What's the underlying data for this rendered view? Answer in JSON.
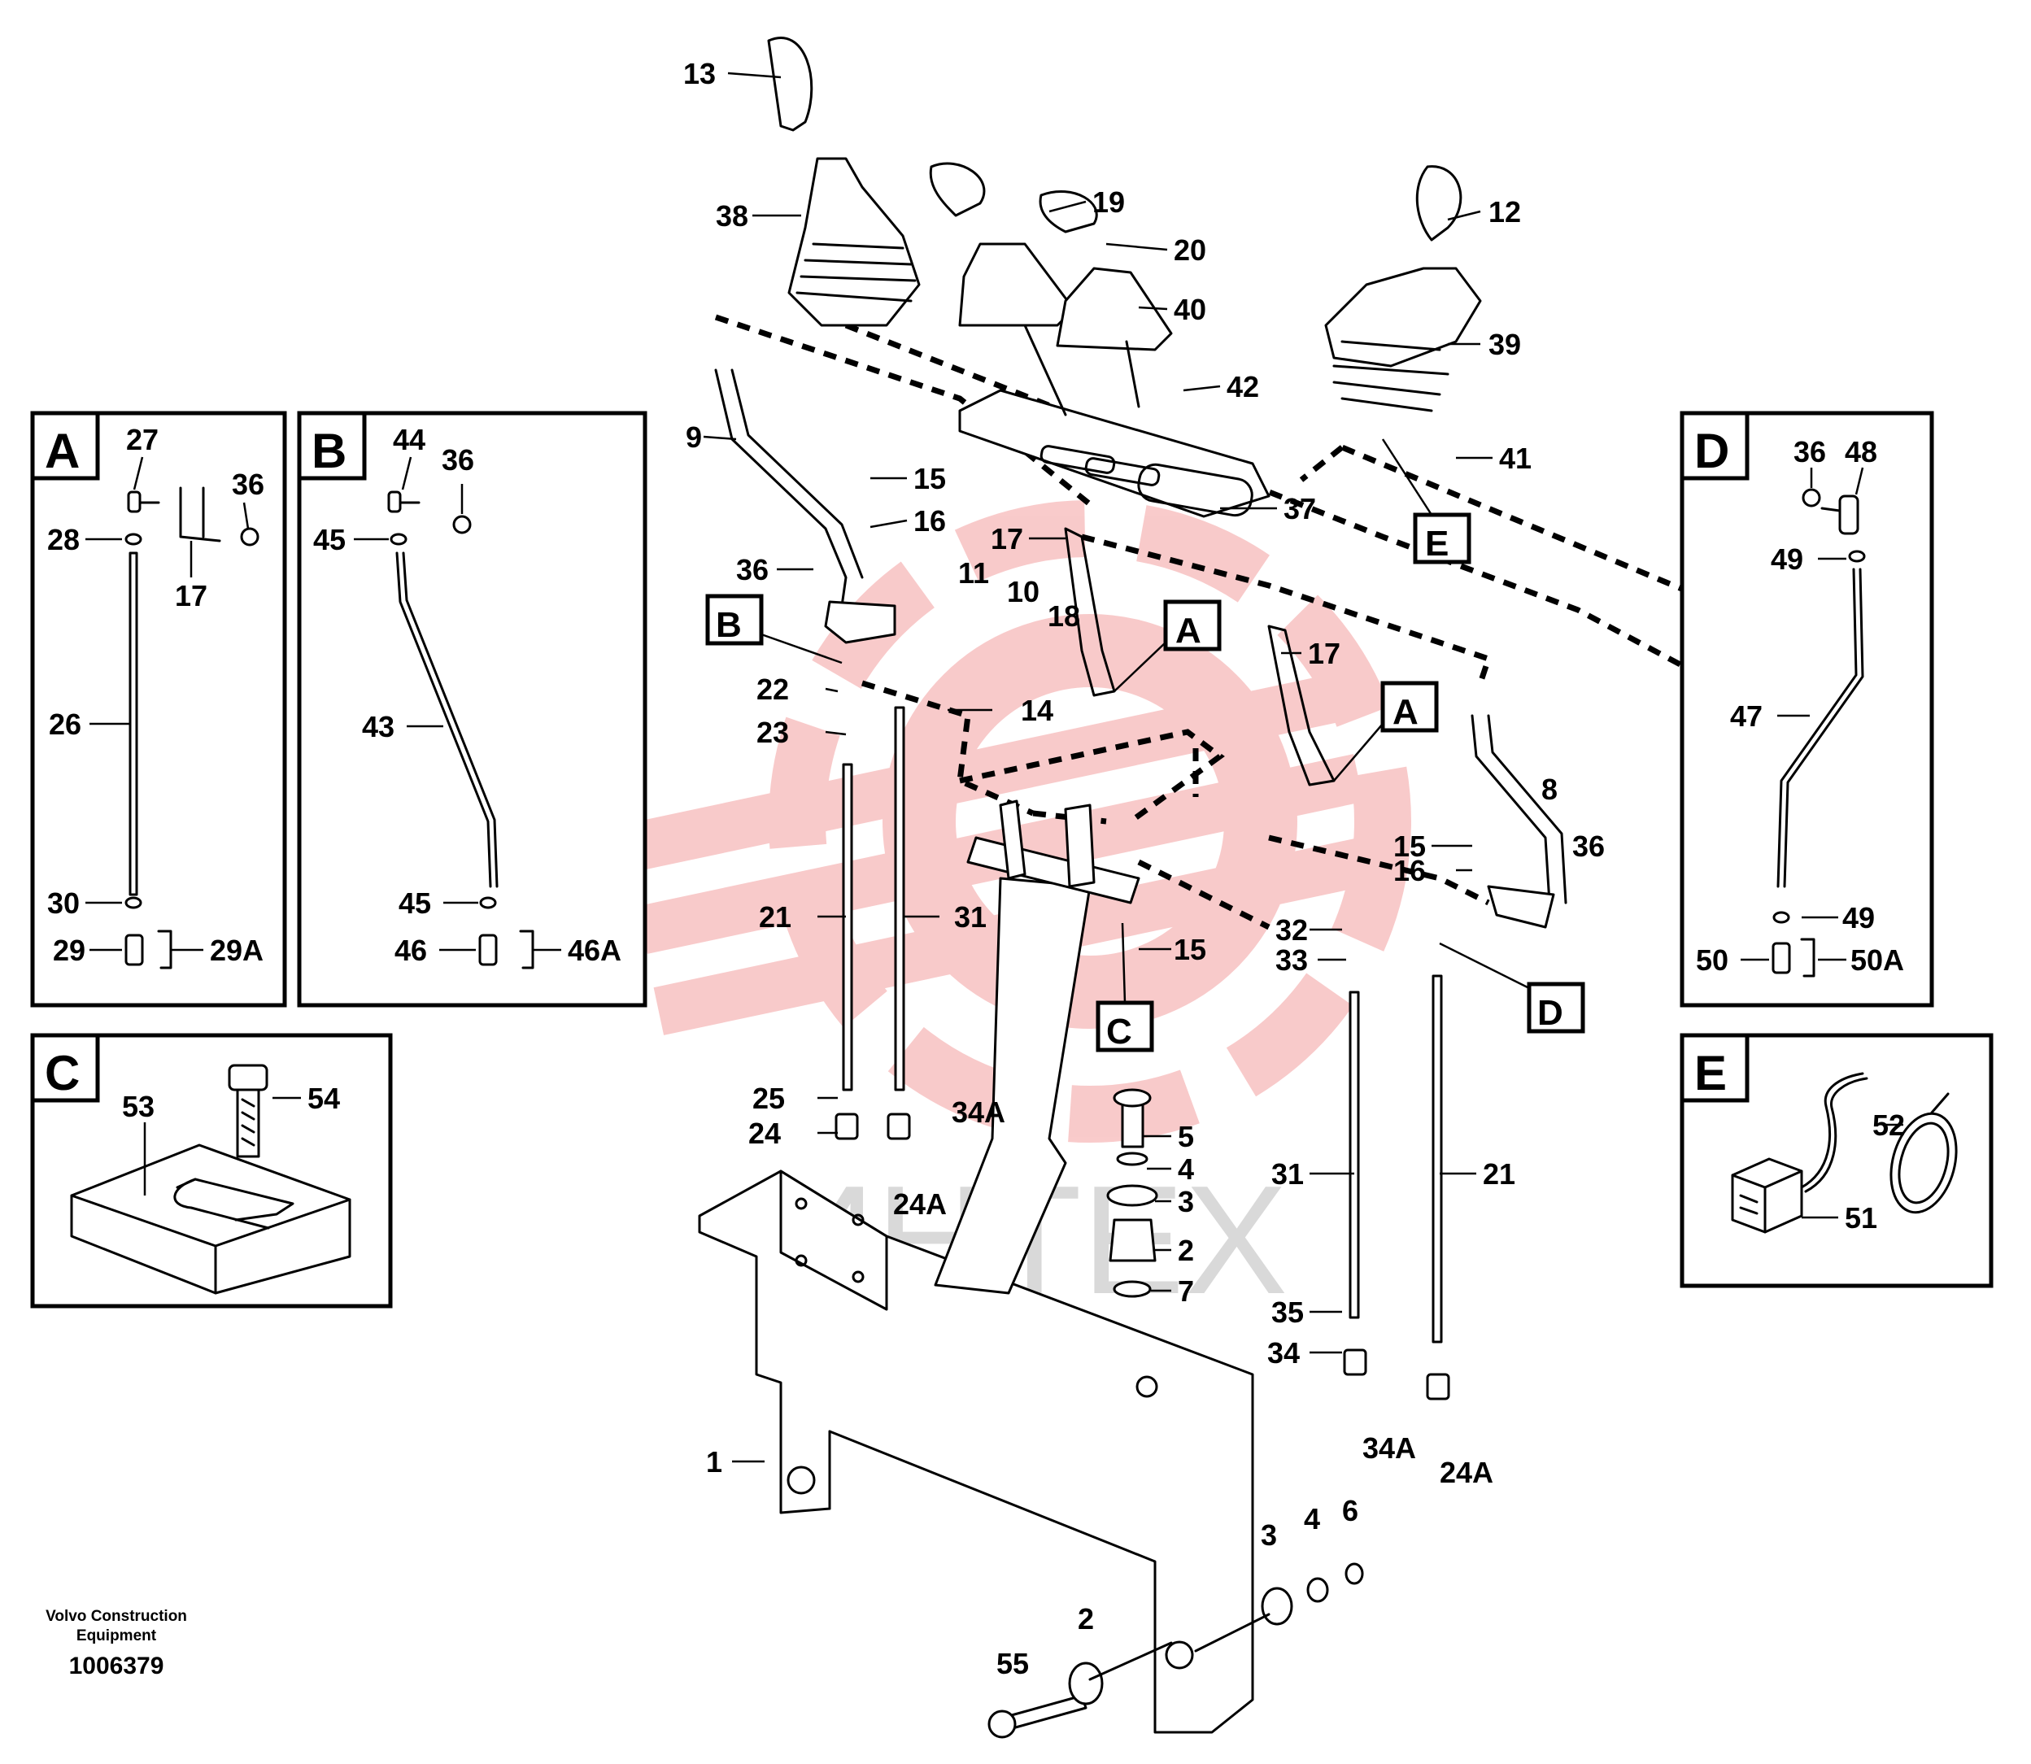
{
  "figure": {
    "credit_line1": "Volvo Construction",
    "credit_line2": "Equipment",
    "document_number": "1006379",
    "watermark": "ИНТЕХ",
    "watermark_color": "#f4a0a0",
    "line_color": "#000000"
  },
  "detail_views": {
    "A": {
      "letter": "A",
      "labels": [
        "27",
        "36",
        "28",
        "17",
        "26",
        "30",
        "29",
        "29A"
      ]
    },
    "B": {
      "letter": "B",
      "labels": [
        "44",
        "36",
        "45",
        "43",
        "45",
        "46",
        "46A"
      ]
    },
    "C": {
      "letter": "C",
      "labels": [
        "53",
        "54"
      ]
    },
    "D": {
      "letter": "D",
      "labels": [
        "36",
        "48",
        "49",
        "47",
        "49",
        "50",
        "50A"
      ]
    },
    "E": {
      "letter": "E",
      "labels": [
        "52",
        "51"
      ]
    }
  },
  "callout_tags": [
    "B",
    "A",
    "A",
    "C",
    "D",
    "E"
  ],
  "part_labels": [
    "13",
    "38",
    "19",
    "20",
    "40",
    "12",
    "39",
    "42",
    "41",
    "37",
    "9",
    "15",
    "16",
    "36",
    "17",
    "11",
    "10",
    "18",
    "22",
    "23",
    "14",
    "17",
    "8",
    "15",
    "16",
    "36",
    "21",
    "31",
    "15",
    "32",
    "33",
    "25",
    "24",
    "34A",
    "24A",
    "5",
    "4",
    "3",
    "2",
    "7",
    "31",
    "21",
    "35",
    "34",
    "34A",
    "24A",
    "1",
    "3",
    "4",
    "6",
    "2",
    "55"
  ]
}
